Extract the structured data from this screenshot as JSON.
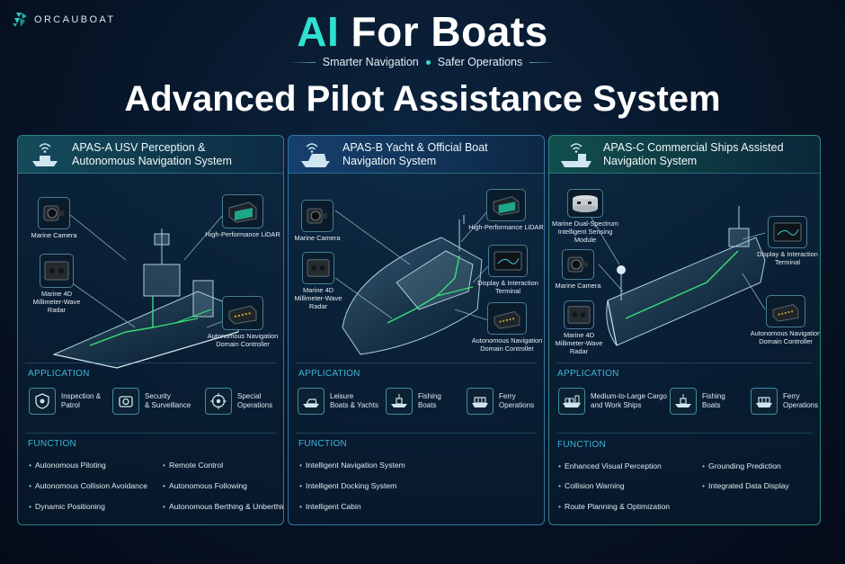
{
  "logo": {
    "text": "ORCAUBOAT",
    "icon": "orca-logo-icon"
  },
  "hero": {
    "title_ai": "AI",
    "title_rest": " For Boats",
    "tag1": "Smarter Navigation",
    "tag2": "Safer Operations"
  },
  "main_title": "Advanced Pilot Assistance System",
  "section_labels": {
    "application": "APPLICATION",
    "function": "FUNCTION"
  },
  "panels": [
    {
      "title_line1": "APAS-A USV Perception &",
      "title_line2": "Autonomous Navigation System",
      "components": {
        "camera": "Marine Camera",
        "radar_1": "Marine 4D",
        "radar_2": "Millimeter-Wave",
        "radar_3": "Radar",
        "lidar": "High-Performance LiDAR",
        "controller_1": "Autonomous Navigation",
        "controller_2": "Domain Controller"
      },
      "applications": [
        {
          "line1": "Inspection &",
          "line2": "Patrol"
        },
        {
          "line1": "Security",
          "line2": "& Surveillance"
        },
        {
          "line1": "Special",
          "line2": "Operations"
        }
      ],
      "functions": [
        "Autonomous Piloting",
        "Remote Control",
        "Autonomous Collision Avoidance",
        "Autonomous Following",
        "Dynamic Positioning",
        "Autonomous Berthing & Unberthing"
      ]
    },
    {
      "title_line1": "APAS-B Yacht & Official Boat",
      "title_line2": "Navigation System",
      "components": {
        "camera": "Marine Camera",
        "radar_1": "Marine 4D",
        "radar_2": "Millimeter-Wave",
        "radar_3": "Radar",
        "lidar": "High-Performance LiDAR",
        "display_1": "Display & Interaction",
        "display_2": "Terminal",
        "controller_1": "Autonomous Navigation",
        "controller_2": "Domain Controller"
      },
      "applications": [
        {
          "line1": "Leisure",
          "line2": "Boats & Yachts"
        },
        {
          "line1": "Fishing",
          "line2": "Boats"
        },
        {
          "line1": "Ferry",
          "line2": "Operations"
        }
      ],
      "functions": [
        "Intelligent Navigation System",
        "Intelligent Docking System",
        "Intelligent Cabin"
      ]
    },
    {
      "title_line1": "APAS-C Commercial Ships Assisted",
      "title_line2": "Navigation System",
      "components": {
        "sensing_1": "Marine Dual-Spectrum",
        "sensing_2": "Intelligent Sensing",
        "sensing_3": "Module",
        "camera": "Marine Camera",
        "radar_1": "Marine 4D",
        "radar_2": "Millimeter-Wave",
        "radar_3": "Radar",
        "display_1": "Display & Interaction",
        "display_2": "Terminal",
        "controller_1": "Autonomous Navigation",
        "controller_2": "Domain Controller"
      },
      "applications": [
        {
          "line1": "Medium-to-Large Cargo",
          "line2": "and Work Ships"
        },
        {
          "line1": "Fishing",
          "line2": "Boats"
        },
        {
          "line1": "Ferry",
          "line2": "Operations"
        }
      ],
      "functions": [
        "Enhanced Visual Perception",
        "Grounding Prediction",
        "Collision Warning",
        "Integrated Data Display",
        "Route Planning & Optimization"
      ]
    }
  ],
  "colors": {
    "accent": "#2fe0d0",
    "section": "#3fb7d8",
    "glow": "#39e07a"
  }
}
